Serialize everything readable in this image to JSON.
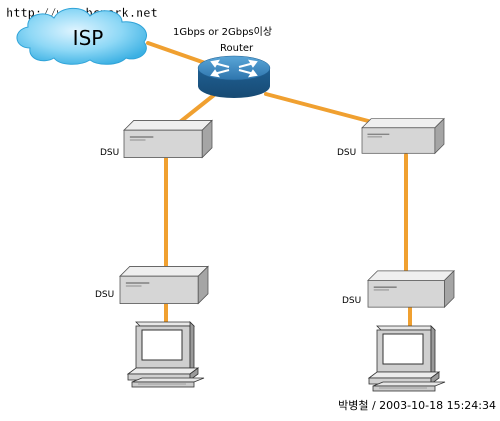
{
  "watermark": "http://www.bcpark.net",
  "isp": {
    "label": "ISP"
  },
  "router": {
    "speed_label": "1Gbps or 2Gbps이상",
    "label": "Router"
  },
  "dsu_label": "DSU",
  "signature": "박병철 / 2003-10-18 15:24:34",
  "colors": {
    "link": "#f0a030",
    "cloud": "#5fc6ee",
    "router": "#2f7fb7",
    "device_face": "#d8d8d8",
    "device_top": "#eeeeee",
    "device_side": "#a9a9a9"
  }
}
